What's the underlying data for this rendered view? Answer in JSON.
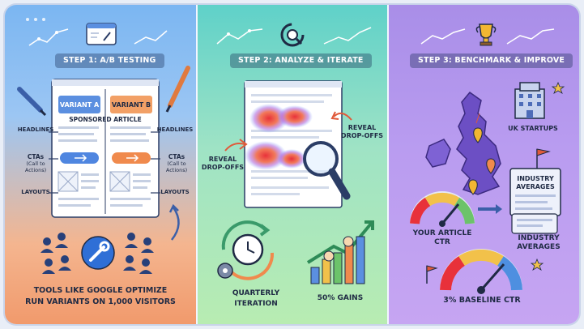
{
  "panel1": {
    "step_label": "STEP 1: A/B TESTING",
    "variant_a": "VARIANT A",
    "variant_b": "VARIANT B",
    "article_title": "SPONSORED ARTICLE",
    "left_labels": {
      "headlines": "HEADLINES",
      "ctas": "CTAs",
      "ctas_sub1": "(Call to",
      "ctas_sub2": "Actions)",
      "layouts": "LAYOUTS"
    },
    "right_labels": {
      "headlines": "HEADLINES",
      "ctas": "CTAs",
      "ctas_sub1": "(Call to",
      "ctas_sub2": "Actions)",
      "layouts": "LAYOUTS"
    },
    "caption_line1": "TOOLS LIKE GOOGLE OPTIMIZE",
    "caption_line2": "RUN VARIANTS ON 1,000 VISITORS"
  },
  "panel2": {
    "step_label": "STEP 2: ANALYZE & ITERATE",
    "reveal_right_1": "REVEAL",
    "reveal_right_2": "DROP-OFFS",
    "reveal_left_1": "REVEAL",
    "reveal_left_2": "DROP-OFFS",
    "quarterly_1": "QUARTERLY",
    "quarterly_2": "ITERATION",
    "gains": "50% GAINS"
  },
  "panel3": {
    "step_label": "STEP 3: BENCHMARK & IMPROVE",
    "uk_startups": "UK STARTUPS",
    "industry_averages_card_1": "INDUSTRY",
    "industry_averages_card_2": "AVERAGES",
    "your_article_1": "YOUR ARTICLE",
    "your_article_2": "CTR",
    "industry_averages_1": "INDUSTRY",
    "industry_averages_2": "AVERAGES",
    "baseline": "3% BASELINE CTR"
  },
  "colors": {
    "variant_a": "#5b8fe0",
    "variant_b": "#f2a066",
    "heat_red": "#e8313a",
    "map_purple": "#6c4fc4"
  }
}
